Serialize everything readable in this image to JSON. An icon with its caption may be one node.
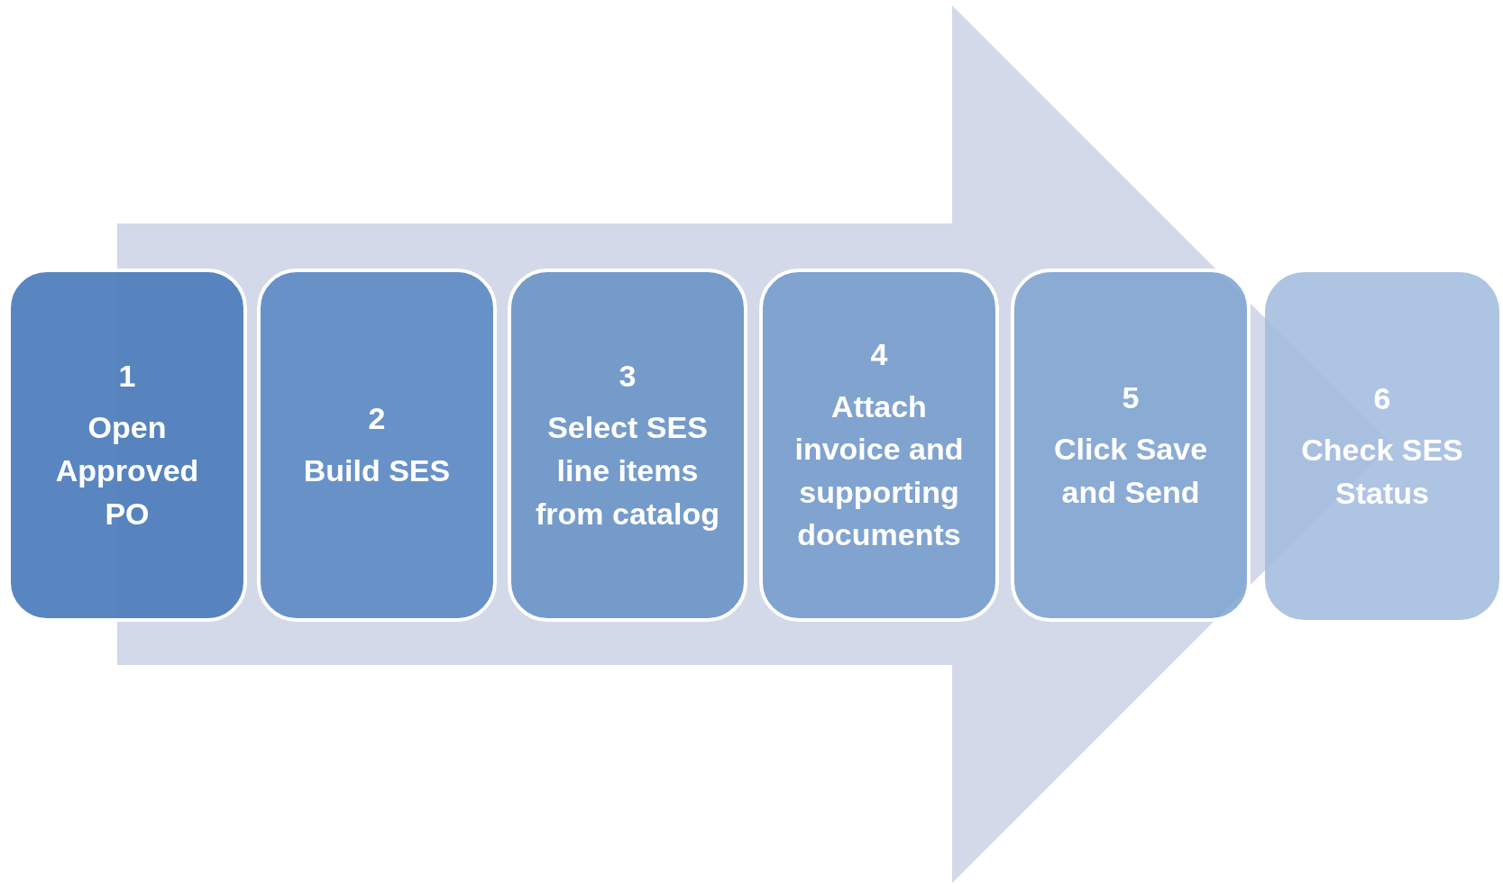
{
  "diagram": {
    "nodes": [
      {
        "text": [
          "1",
          "Open Approved PO"
        ]
      },
      {
        "text": [
          "2",
          "Build SES"
        ]
      },
      {
        "text": [
          "3",
          "Select SES line items from catalog"
        ]
      },
      {
        "text": [
          "4",
          "Attach invoice and supporting documents"
        ]
      },
      {
        "text": [
          "5",
          "Click Save and Send"
        ]
      },
      {
        "text": [
          "6",
          "Check SES Status"
        ]
      }
    ],
    "edges": [
      {
        "from": 0,
        "to": 5,
        "arrow": "to"
      }
    ]
  }
}
